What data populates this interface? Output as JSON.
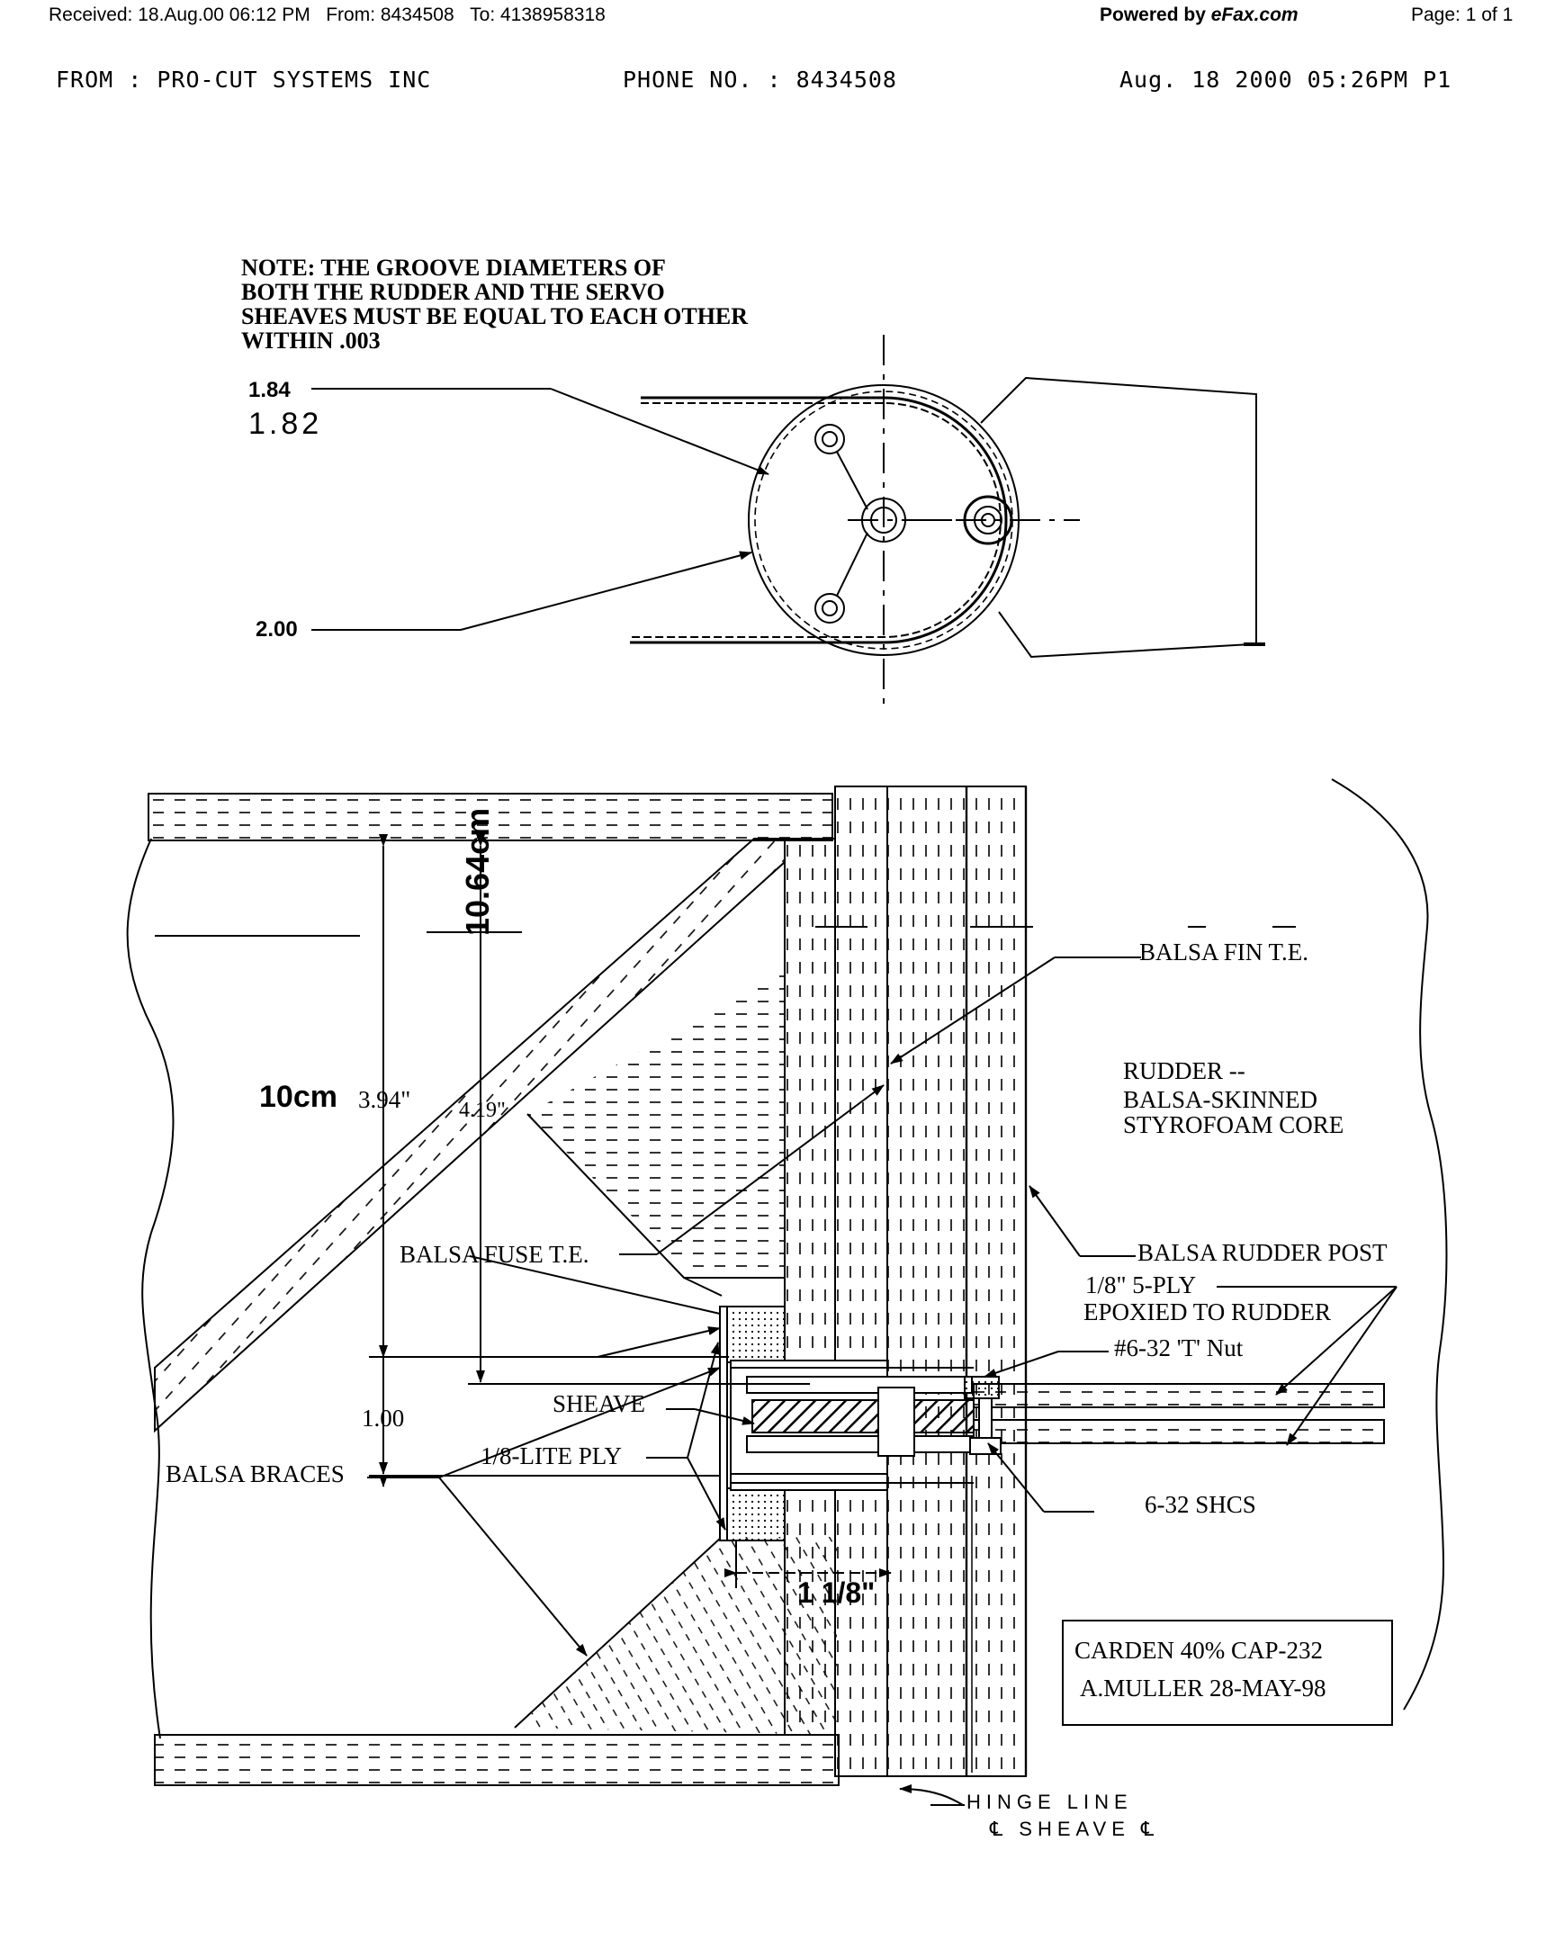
{
  "fax_header": {
    "received": "Received: 18.Aug.00  06:12 PM",
    "from": "From: 8434508",
    "to": "To: 4138958318",
    "powered_by": "Powered by",
    "powered_brand": "eFax.com",
    "page": "Page: 1 of 1"
  },
  "sender_line": {
    "from": "FROM : PRO-CUT SYSTEMS INC",
    "phone": "PHONE NO. : 8434508",
    "date": "Aug. 18 2000 05:26PM P1"
  },
  "note": {
    "lines": [
      "NOTE:  THE GROOVE DIAMETERS OF",
      "BOTH THE RUDDER AND THE SERVO",
      "SHEAVES MUST BE EQUAL TO EACH OTHER",
      "WITHIN .003"
    ]
  },
  "sheave_dims": {
    "d1": "1.84",
    "d1_hand": "1.82",
    "d2": "2.00"
  },
  "labels": {
    "balsa_fin_te": "BALSA FIN T.E.",
    "rudder_1": "RUDDER --",
    "rudder_2": "BALSA-SKINNED",
    "rudder_3": "STYROFOAM CORE",
    "balsa_rudder_post": "BALSA RUDDER POST",
    "ply_1": "1/8\" 5-PLY",
    "ply_2": "EPOXIED TO RUDDER",
    "t_nut": "#6-32 'T' Nut",
    "balsa_fuse_te": "BALSA FUSE T.E.",
    "sheave": "SHEAVE",
    "lite_ply": "1/8-LITE PLY",
    "balsa_braces": "BALSA BRACES",
    "shcs": "6-32 SHCS",
    "dim_100": "1.00",
    "dim_394": "3.94\"",
    "dim_10cm": "10cm",
    "dim_419": "4.19\"",
    "dim_1064": "10.64cm",
    "dim_118": "1 1/8\"",
    "hinge_1": "HINGE LINE",
    "hinge_2": "SHEAVE"
  },
  "title_block": {
    "line1": "CARDEN 40% CAP-232",
    "line2": "A.MULLER  28-MAY-98"
  }
}
